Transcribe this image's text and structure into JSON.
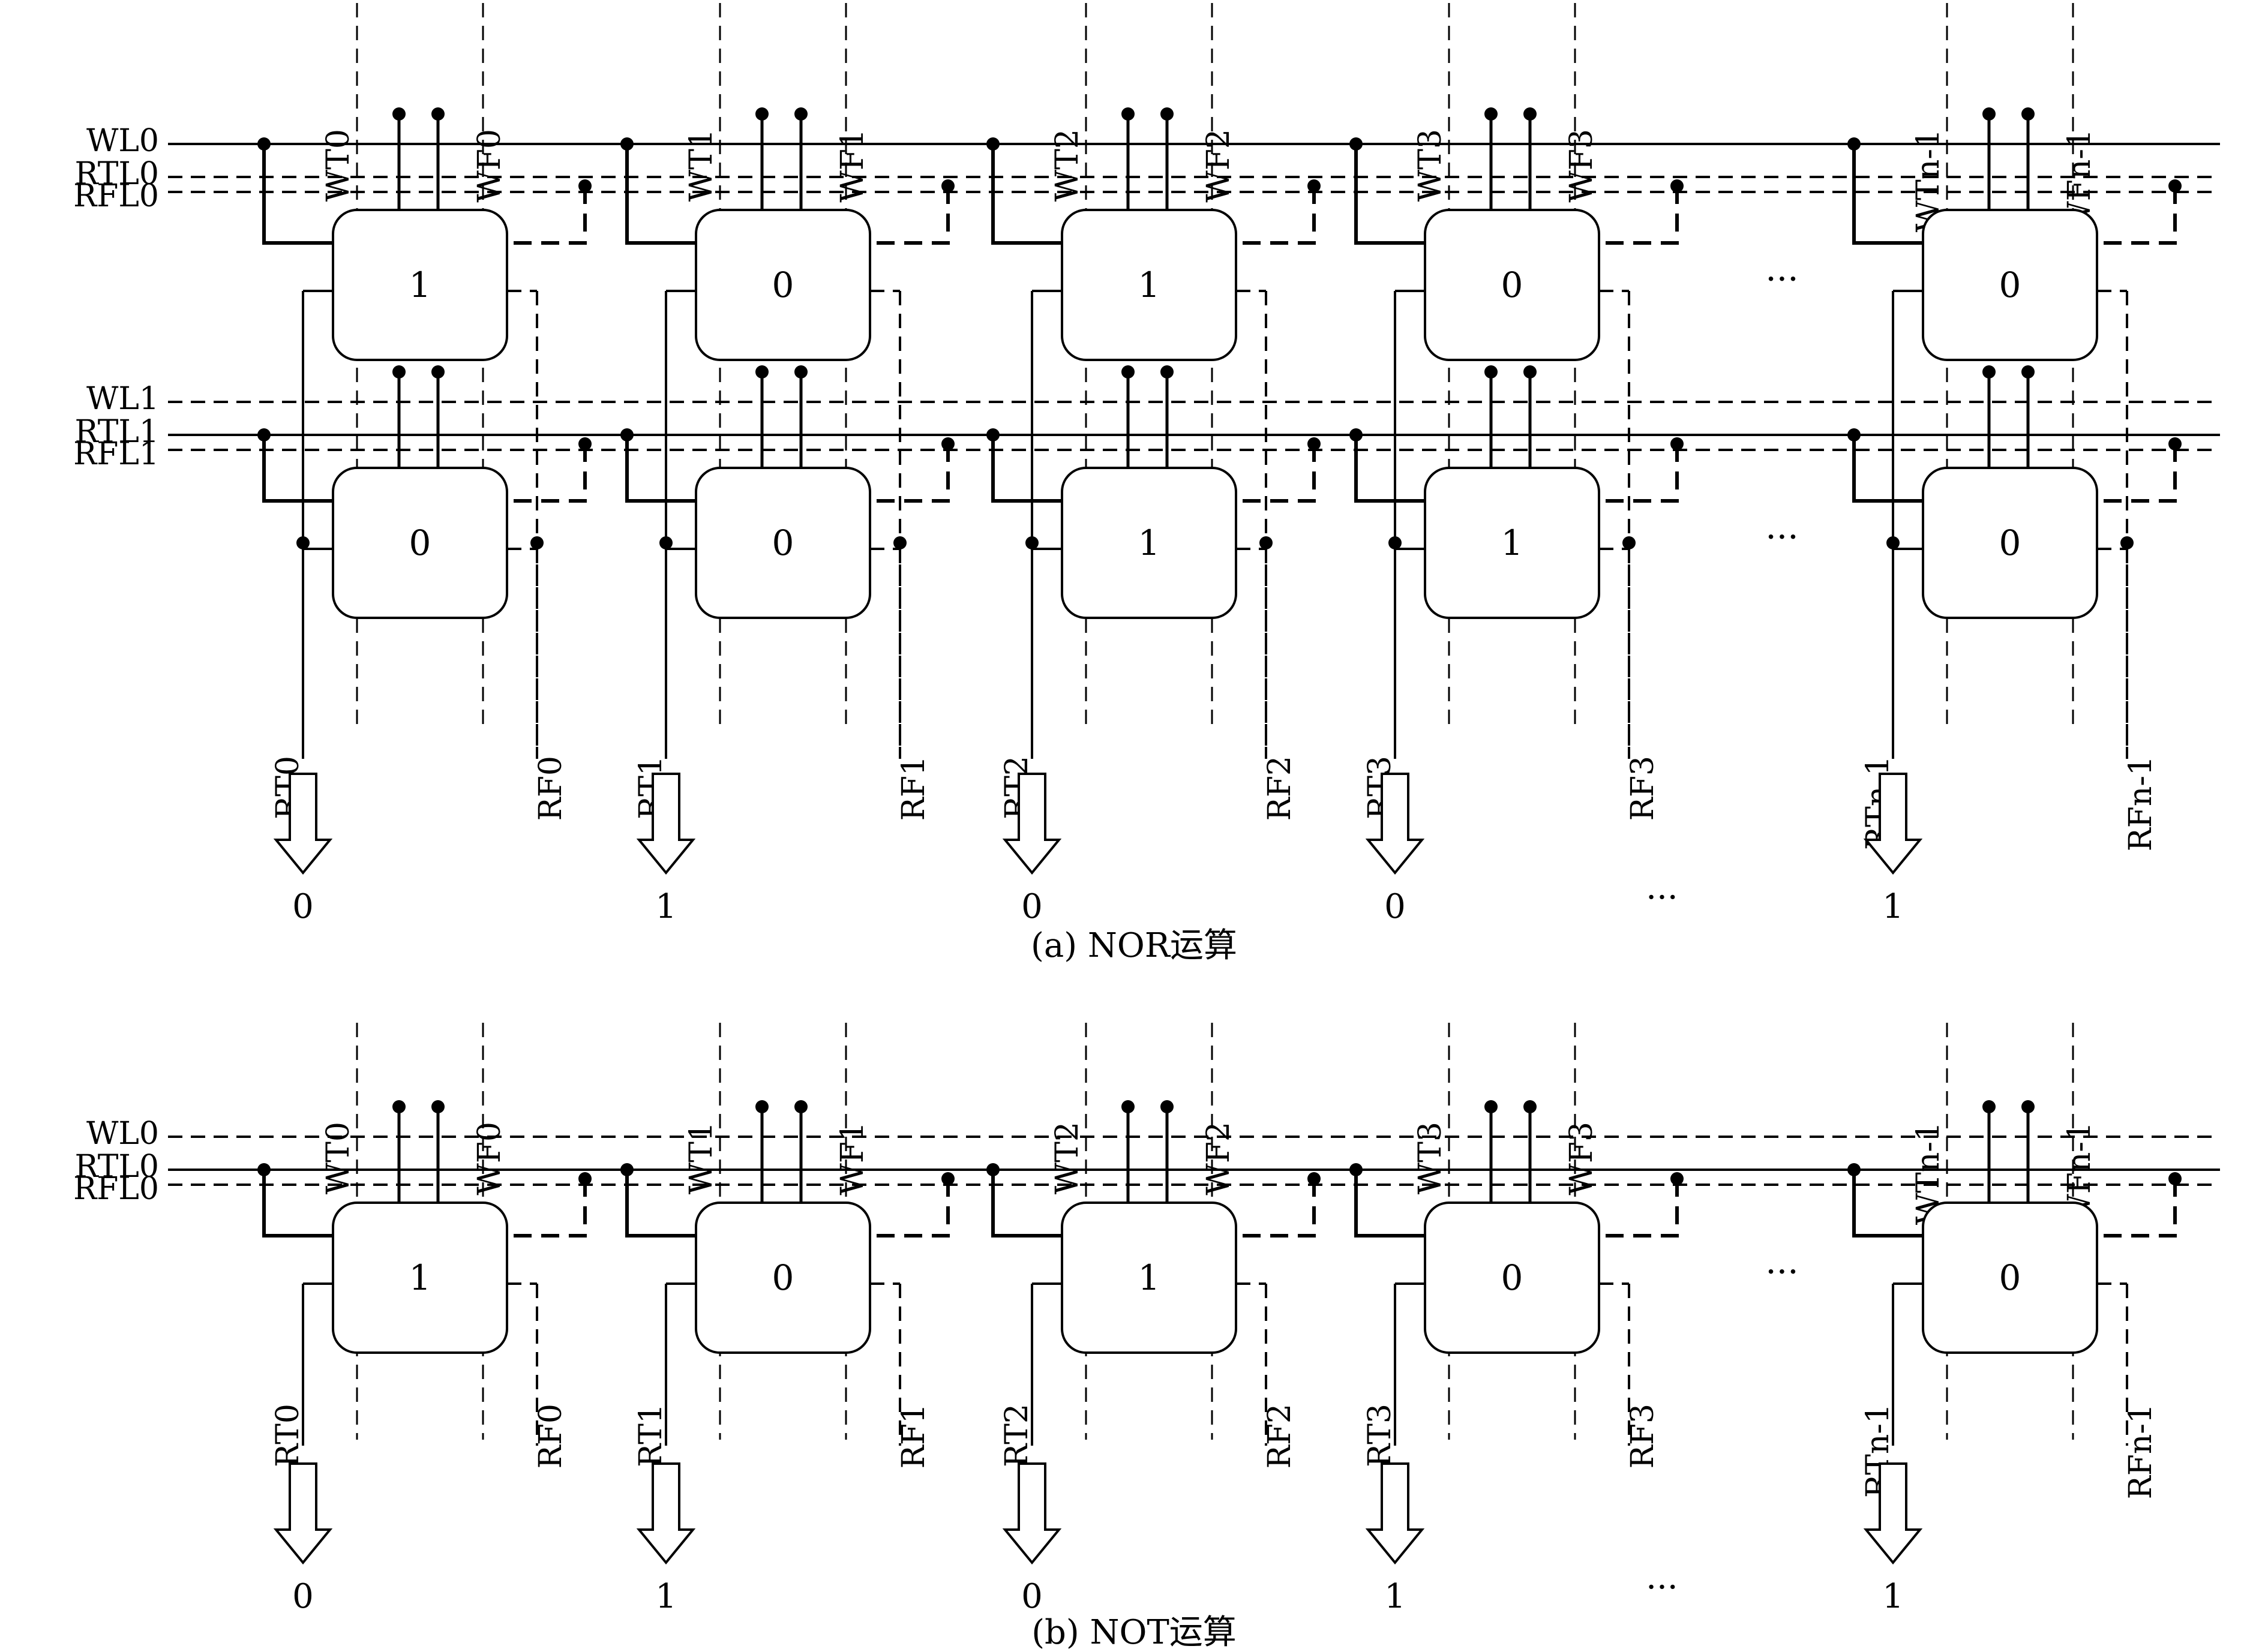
{
  "columns": [
    {
      "wt": "WT0",
      "wf": "WF0",
      "rt": "RT0",
      "rf": "RF0"
    },
    {
      "wt": "WT1",
      "wf": "WF1",
      "rt": "RT1",
      "rf": "RF1"
    },
    {
      "wt": "WT2",
      "wf": "WF2",
      "rt": "RT2",
      "rf": "RF2"
    },
    {
      "wt": "WT3",
      "wf": "WF3",
      "rt": "RT3",
      "rf": "RF3"
    },
    {
      "wt": "WTn-1",
      "wf": "WFn-1",
      "rt": "RTn-1",
      "rf": "RFn-1"
    }
  ],
  "ellipsis": "···",
  "panel_a": {
    "caption": "(a) NOR运算",
    "rows": [
      {
        "labels": [
          "WL0",
          "RTL0",
          "RFL0"
        ],
        "cells": [
          "1",
          "0",
          "1",
          "0",
          "0"
        ]
      },
      {
        "labels": [
          "WL1",
          "RTL1",
          "RFL1"
        ],
        "cells": [
          "0",
          "0",
          "1",
          "1",
          "0"
        ]
      }
    ],
    "outputs": [
      "0",
      "1",
      "0",
      "0",
      "1"
    ]
  },
  "panel_b": {
    "caption": "(b) NOT运算",
    "rows": [
      {
        "labels": [
          "WL0",
          "RTL0",
          "RFL0"
        ],
        "cells": [
          "1",
          "0",
          "1",
          "0",
          "0"
        ]
      }
    ],
    "outputs": [
      "0",
      "1",
      "0",
      "1",
      "1"
    ]
  }
}
